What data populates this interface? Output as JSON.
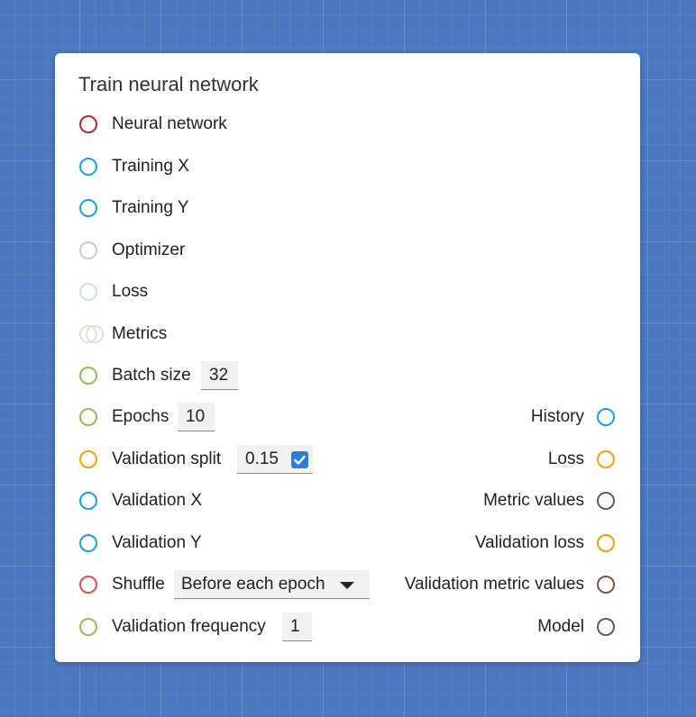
{
  "node": {
    "title": "Train neural network",
    "inputs": [
      {
        "label": "Neural network",
        "color": "#b52a2a"
      },
      {
        "label": "Training X",
        "color": "#1aa2e0"
      },
      {
        "label": "Training Y",
        "color": "#1aa2e0"
      },
      {
        "label": "Optimizer",
        "color": "#c8ccd8"
      },
      {
        "label": "Loss",
        "color": "#c6e4f2"
      },
      {
        "label": "Metrics",
        "color": "#d7e8cf"
      },
      {
        "label": "Batch size",
        "color": "#8cc153",
        "value": "32"
      },
      {
        "label": "Epochs",
        "color": "#8cc153",
        "value": "10"
      },
      {
        "label": "Validation split",
        "color": "#f0a30a",
        "value": "0.15",
        "checked": true
      },
      {
        "label": "Validation X",
        "color": "#1aa2e0"
      },
      {
        "label": "Validation Y",
        "color": "#1aa2e0"
      },
      {
        "label": "Shuffle",
        "color": "#e0504a",
        "value": "Before each epoch"
      },
      {
        "label": "Validation frequency",
        "color": "#8cc153",
        "value": "1"
      }
    ],
    "outputs": [
      {
        "label": "History",
        "color": "#1aa2e0"
      },
      {
        "label": "Loss",
        "color": "#f0a30a"
      },
      {
        "label": "Metric values",
        "color": "#7a5548"
      },
      {
        "label": "Validation loss",
        "color": "#f0a30a"
      },
      {
        "label": "Validation metric values",
        "color": "#7a5548"
      },
      {
        "label": "Model",
        "color": "#7a5548"
      }
    ]
  }
}
